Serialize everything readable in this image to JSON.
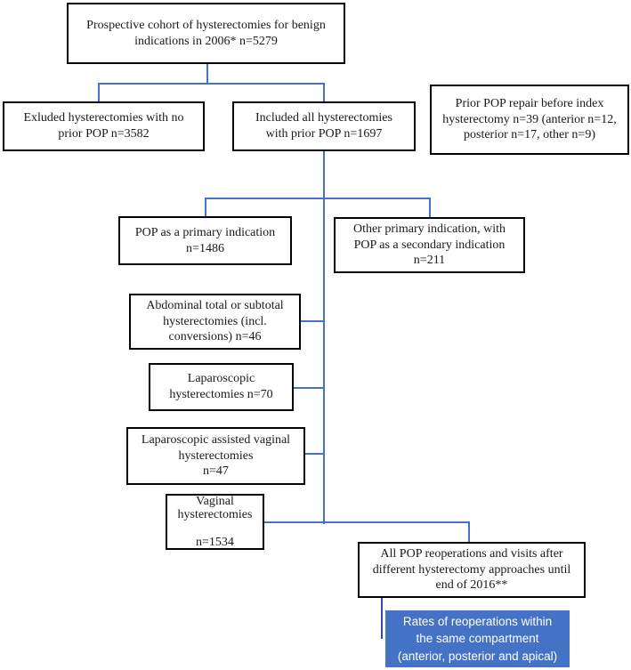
{
  "colors": {
    "connector": "#4472C4",
    "connector_dark": "#2F5496",
    "node_border": "#000000",
    "node_background": "#FFFFFF",
    "highlight_background": "#4472C4",
    "highlight_text": "#FFFFFF"
  },
  "flowchart": {
    "nodes": {
      "cohort": "Prospective cohort of hysterectomies for benign\nindications in 2006* n=5279",
      "excluded": "Exluded hysterectomies with no\nprior POP n=3582",
      "included": "Included all hysterectomies\nwith prior POP n=1697",
      "prior_repair": "Prior POP repair before index\nhysterectomy n=39 (anterior n=12,\nposterior n=17, other n=9)",
      "pop_primary": "POP as a primary indication\nn=1486",
      "other_primary": "Other primary indication, with\nPOP as a secondary indication\nn=211",
      "abdominal": "Abdominal total or subtotal\nhysterectomies (incl.\nconversions) n=46",
      "laparoscopic": "Laparoscopic\nhysterectomies n=70",
      "lap_assisted_vaginal": "Laparoscopic assisted vaginal\nhysterectomies\nn=47",
      "vaginal": "Vaginal\nhysterectomies\n\nn=1534",
      "reoperations": "All POP reoperations and visits after\ndifferent hysterectomy approaches until\nend of 2016**",
      "rates_highlight": "Rates of reoperations within\nthe same compartment\n(anterior, posterior and apical)"
    }
  }
}
